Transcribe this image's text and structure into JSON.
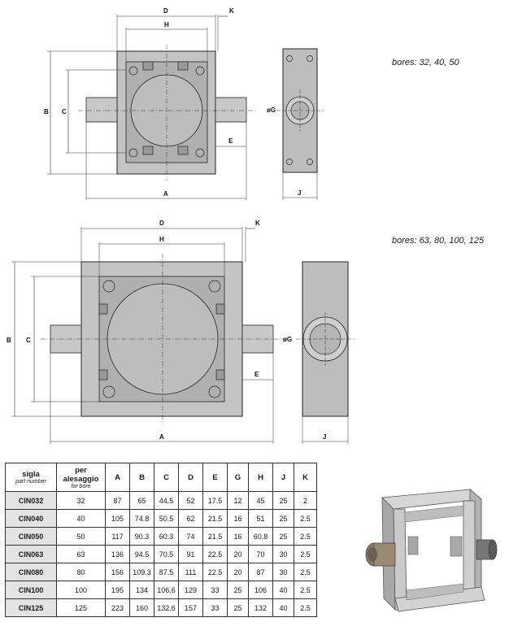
{
  "top_view": {
    "labels": {
      "D": "D",
      "K": "K",
      "H": "H",
      "B": "B",
      "C": "C",
      "A": "A",
      "E": "E",
      "G": "øG",
      "J": "J"
    },
    "note": "bores: 32, 40, 50"
  },
  "bottom_view": {
    "labels": {
      "D": "D",
      "K": "K",
      "H": "H",
      "B": "B",
      "C": "C",
      "A": "A",
      "E": "E",
      "G": "øG",
      "J": "J"
    },
    "note": "bores: 63, 80, 100, 125"
  },
  "table": {
    "header": {
      "sigla": "sigla",
      "part_number": "part number",
      "bore": "per alesaggio",
      "for_bore": "for bore",
      "A": "A",
      "B": "B",
      "C": "C",
      "D": "D",
      "E": "E",
      "G": "G",
      "H": "H",
      "J": "J",
      "K": "K"
    },
    "rows": [
      {
        "code": "CIN032",
        "bore": "32",
        "A": "87",
        "B": "65",
        "C": "44.5",
        "D": "52",
        "E": "17.5",
        "G": "12",
        "H": "45",
        "J": "25",
        "K": "2"
      },
      {
        "code": "CIN040",
        "bore": "40",
        "A": "105",
        "B": "74.8",
        "C": "50.5",
        "D": "62",
        "E": "21.5",
        "G": "16",
        "H": "51",
        "J": "25",
        "K": "2.5"
      },
      {
        "code": "CIN050",
        "bore": "50",
        "A": "117",
        "B": "90.3",
        "C": "60.3",
        "D": "74",
        "E": "21.5",
        "G": "16",
        "H": "60.8",
        "J": "25",
        "K": "2.5"
      },
      {
        "code": "CIN063",
        "bore": "63",
        "A": "136",
        "B": "94.5",
        "C": "70.5",
        "D": "91",
        "E": "22.5",
        "G": "20",
        "H": "70",
        "J": "30",
        "K": "2.5"
      },
      {
        "code": "CIN080",
        "bore": "80",
        "A": "156",
        "B": "109.3",
        "C": "87.5",
        "D": "111",
        "E": "22.5",
        "G": "20",
        "H": "87",
        "J": "30",
        "K": "2.5"
      },
      {
        "code": "CIN100",
        "bore": "100",
        "A": "195",
        "B": "134",
        "C": "106.6",
        "D": "129",
        "E": "33",
        "G": "25",
        "H": "106",
        "J": "40",
        "K": "2.5"
      },
      {
        "code": "CIN125",
        "bore": "125",
        "A": "223",
        "B": "160",
        "C": "132.6",
        "D": "157",
        "E": "33",
        "G": "25",
        "H": "132",
        "J": "40",
        "K": "2.5"
      }
    ]
  },
  "colors": {
    "drawing_gray": "#b8b8b8",
    "line": "#1a1a1a",
    "code_cell": "#e3e3e3"
  }
}
